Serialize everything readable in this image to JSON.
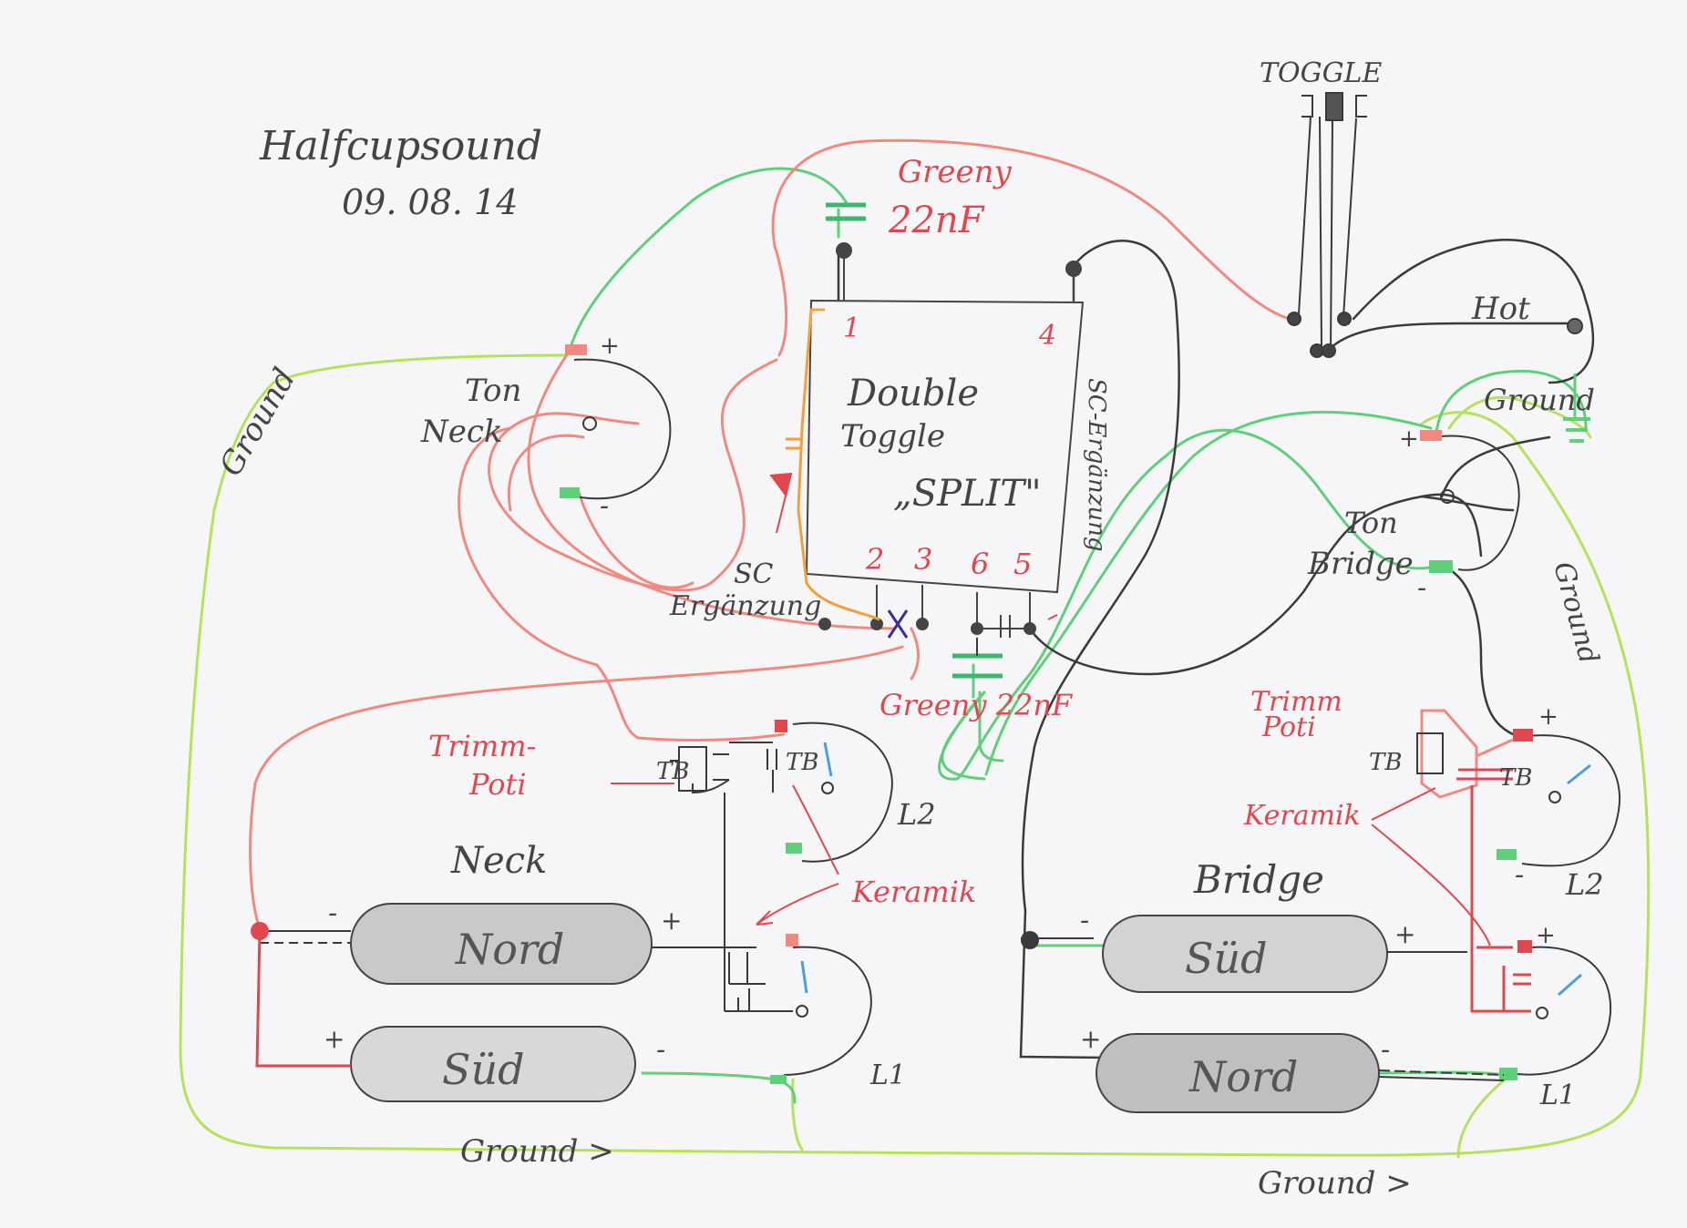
{
  "header": {
    "title": "Halfcupsound",
    "date": "09. 08. 14"
  },
  "switch": {
    "toggle_label": "TOGGLE",
    "hot_label": "Hot",
    "ground_label": "Ground",
    "double_toggle_line1": "Double",
    "double_toggle_line2": "Toggle",
    "double_toggle_line3": "„SPLIT\"",
    "pin1": "1",
    "pin2": "2",
    "pin3": "3",
    "pin4": "4",
    "pin5": "5",
    "pin6": "6",
    "sc_erganzung_left_1": "SC",
    "sc_erganzung_left_2": "Ergänzung",
    "sc_erganzung_right": "SC-Ergänzung"
  },
  "capacitors": {
    "greeny_top": "Greeny",
    "greeny_top_value": "22nF",
    "greeny_bottom": "Greeny 22nF"
  },
  "pots": {
    "ton_neck_1": "Ton",
    "ton_neck_2": "Neck",
    "ton_bridge_1": "Ton",
    "ton_bridge_2": "Bridge",
    "plus": "+",
    "minus": "-"
  },
  "neck": {
    "label": "Neck",
    "nord": "Nord",
    "sud": "Süd",
    "trimm_poti_1": "Trimm-",
    "trimm_poti_2": "Poti",
    "tb": "TB",
    "l1": "L1",
    "l2": "L2",
    "keramik": "Keramik"
  },
  "bridge": {
    "label": "Bridge",
    "sud": "Süd",
    "nord": "Nord",
    "trimm_poti_1": "Trimm",
    "trimm_poti_2": "Poti",
    "tb": "TB",
    "l1": "L1",
    "l2": "L2",
    "keramik": "Keramik"
  },
  "ground": {
    "left_vertical": "Ground",
    "bottom_left": "Ground >",
    "bottom_right": "Ground >",
    "right_vertical": "Ground"
  },
  "colors": {
    "paper": "#f6f6f8",
    "wire_red": "#f08a80",
    "wire_green": "#5fcf7a",
    "wire_lime": "#b6e25a",
    "wire_black": "#3a3a3a",
    "label_red": "#e0474f",
    "orange": "#f3a03a"
  }
}
